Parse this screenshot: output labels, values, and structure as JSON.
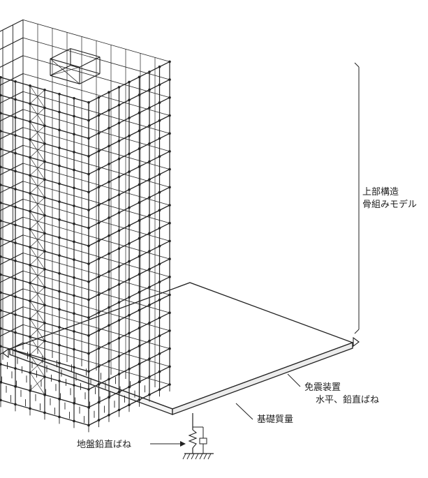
{
  "labels": {
    "superstructure_line1": "上部構造",
    "superstructure_line2": "骨組みモデル",
    "isolator_line1": "免震装置",
    "isolator_line2": "水平、鉛直ばね",
    "foundation": "基礎質量",
    "ground_spring": "地盤鉛直ばね"
  },
  "colors": {
    "line": "#222222",
    "paper": "#ffffff"
  }
}
